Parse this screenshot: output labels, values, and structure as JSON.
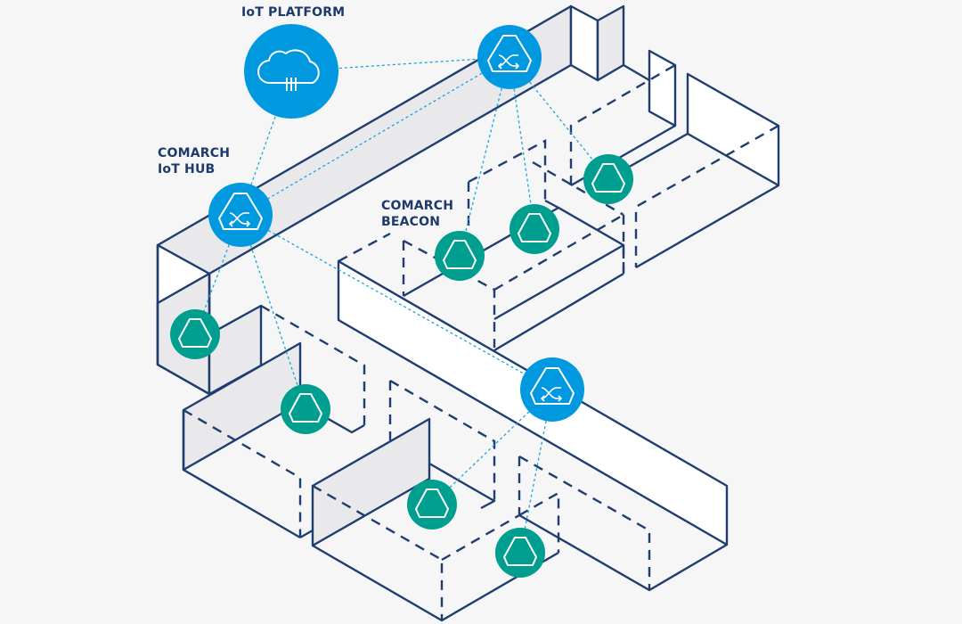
{
  "labels": {
    "platform": [
      "IoT PLATFORM"
    ],
    "hub": [
      "COMARCH",
      "IoT HUB"
    ],
    "beacon": [
      "COMARCH",
      "BEACON"
    ]
  },
  "colors": {
    "background": "#f6f6f7",
    "wall_stroke": "#1f3d6f",
    "hub_blue": "#0099e0",
    "beacon_teal": "#009e8f",
    "link_blue": "#1aa3dc",
    "label_text": "#1d3a6b"
  },
  "nodes": [
    {
      "id": "iot-platform",
      "type": "platform",
      "icon": "cloud-icon"
    },
    {
      "id": "hub-top",
      "type": "hub",
      "icon": "hub-shuffle-icon"
    },
    {
      "id": "hub-left",
      "type": "hub",
      "icon": "hub-shuffle-icon"
    },
    {
      "id": "hub-center",
      "type": "hub",
      "icon": "hub-shuffle-icon"
    },
    {
      "id": "beacon-1",
      "type": "beacon",
      "icon": "beacon-triangle-icon"
    },
    {
      "id": "beacon-2",
      "type": "beacon",
      "icon": "beacon-triangle-icon"
    },
    {
      "id": "beacon-3",
      "type": "beacon",
      "icon": "beacon-triangle-icon"
    },
    {
      "id": "beacon-4",
      "type": "beacon",
      "icon": "beacon-triangle-icon"
    },
    {
      "id": "beacon-5",
      "type": "beacon",
      "icon": "beacon-triangle-icon"
    },
    {
      "id": "beacon-6",
      "type": "beacon",
      "icon": "beacon-triangle-icon"
    },
    {
      "id": "beacon-7",
      "type": "beacon",
      "icon": "beacon-triangle-icon"
    }
  ],
  "connections": [
    [
      "iot-platform",
      "hub-top"
    ],
    [
      "iot-platform",
      "hub-left"
    ],
    [
      "hub-top",
      "hub-left"
    ],
    [
      "hub-top",
      "beacon-1"
    ],
    [
      "hub-top",
      "beacon-2"
    ],
    [
      "hub-top",
      "beacon-3"
    ],
    [
      "hub-left",
      "beacon-4"
    ],
    [
      "hub-left",
      "beacon-5"
    ],
    [
      "hub-left",
      "hub-center"
    ],
    [
      "hub-center",
      "beacon-6"
    ],
    [
      "hub-center",
      "beacon-7"
    ]
  ]
}
